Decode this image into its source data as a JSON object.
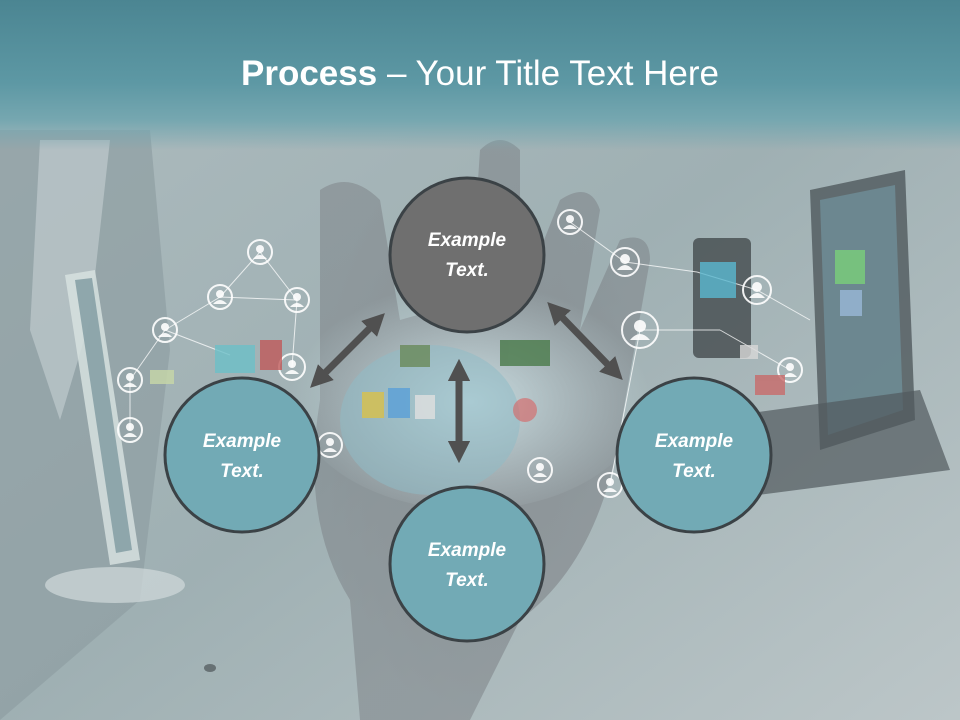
{
  "title": {
    "bold": "Process",
    "separator": " – ",
    "regular": "Your Title Text Here"
  },
  "nodes": [
    {
      "id": "top",
      "line1": "Example",
      "line2": "Text."
    },
    {
      "id": "left",
      "line1": "Example",
      "line2": "Text."
    },
    {
      "id": "bottom",
      "line1": "Example",
      "line2": "Text."
    },
    {
      "id": "right",
      "line1": "Example",
      "line2": "Text."
    }
  ],
  "colors": {
    "title_band": "#5d98a4",
    "center_node": "#6f6f6f",
    "outer_node": "#72aab5",
    "node_stroke": "#3b4246",
    "arrow": "#505050",
    "title_text": "#ffffff"
  },
  "icons": {
    "background": "hand-with-network-photo",
    "network_node": "user-avatar-icon"
  }
}
